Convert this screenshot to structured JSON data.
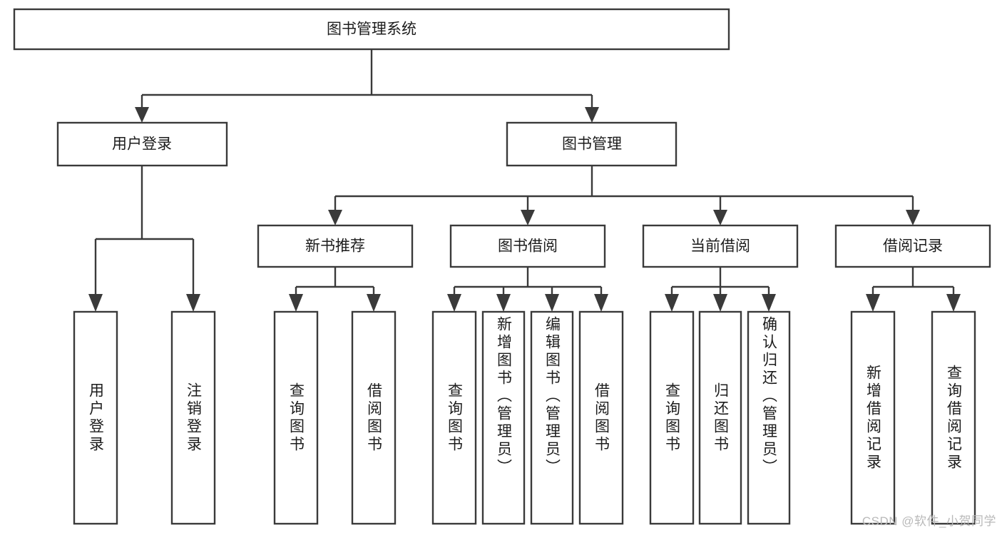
{
  "diagram": {
    "type": "hierarchy-tree",
    "title": "图书管理系统",
    "root": {
      "label": "图书管理系统"
    },
    "level2": [
      {
        "label": "用户登录"
      },
      {
        "label": "图书管理"
      }
    ],
    "level3": [
      {
        "label": "新书推荐"
      },
      {
        "label": "图书借阅"
      },
      {
        "label": "当前借阅"
      },
      {
        "label": "借阅记录"
      }
    ],
    "leaves": {
      "user_login": [
        {
          "label": "用户登录"
        },
        {
          "label": "注销登录"
        }
      ],
      "new_book_recommend": [
        {
          "label": "查询图书"
        },
        {
          "label": "借阅图书"
        }
      ],
      "book_borrow": [
        {
          "label": "查询图书"
        },
        {
          "label": "新增图书（管理员）"
        },
        {
          "label": "编辑图书（管理员）"
        },
        {
          "label": "借阅图书"
        }
      ],
      "current_borrow": [
        {
          "label": "查询图书"
        },
        {
          "label": "归还图书"
        },
        {
          "label": "确认归还（管理员）"
        }
      ],
      "borrow_record": [
        {
          "label": "新增借阅记录"
        },
        {
          "label": "查询借阅记录"
        }
      ]
    }
  },
  "watermark": {
    "text": "CSDN @软件_小贺同学"
  },
  "colors": {
    "box_stroke": "#3a3a3a",
    "box_fill": "#ffffff",
    "text": "#1c1c1c",
    "watermark": "#b9b9b9",
    "background": "#ffffff"
  }
}
